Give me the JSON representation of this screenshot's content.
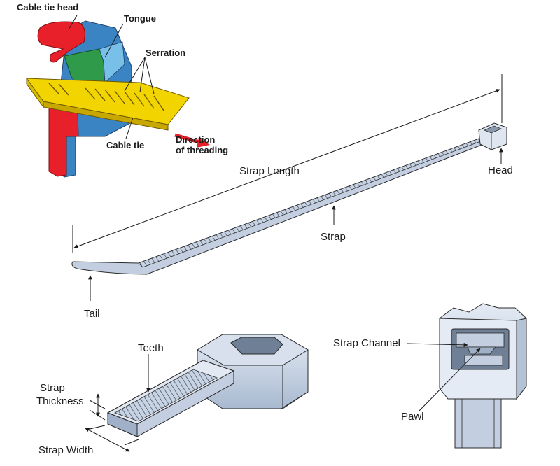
{
  "inset_mechanism": {
    "cable_tie_head": "Cable tie head",
    "tongue": "Tongue",
    "serration": "Serration",
    "cable_tie": "Cable tie",
    "direction_line1": "Direction",
    "direction_line2": "of threading"
  },
  "overview": {
    "strap_length": "Strap Length",
    "head": "Head",
    "strap": "Strap",
    "tail": "Tail"
  },
  "strap_detail": {
    "teeth": "Teeth",
    "strap_thickness_line1": "Strap",
    "strap_thickness_line2": "Thickness",
    "strap_width": "Strap Width"
  },
  "head_detail": {
    "strap_channel": "Strap Channel",
    "pawl": "Pawl"
  },
  "colors": {
    "head_red": "#e8202a",
    "head_blue": "#3b84c4",
    "tongue_green": "#2e9a4a",
    "tie_yellow": "#f2d500",
    "arrow_red": "#e8202a",
    "tie_body": "#b9c8dc",
    "outline": "#2a2a2a"
  }
}
